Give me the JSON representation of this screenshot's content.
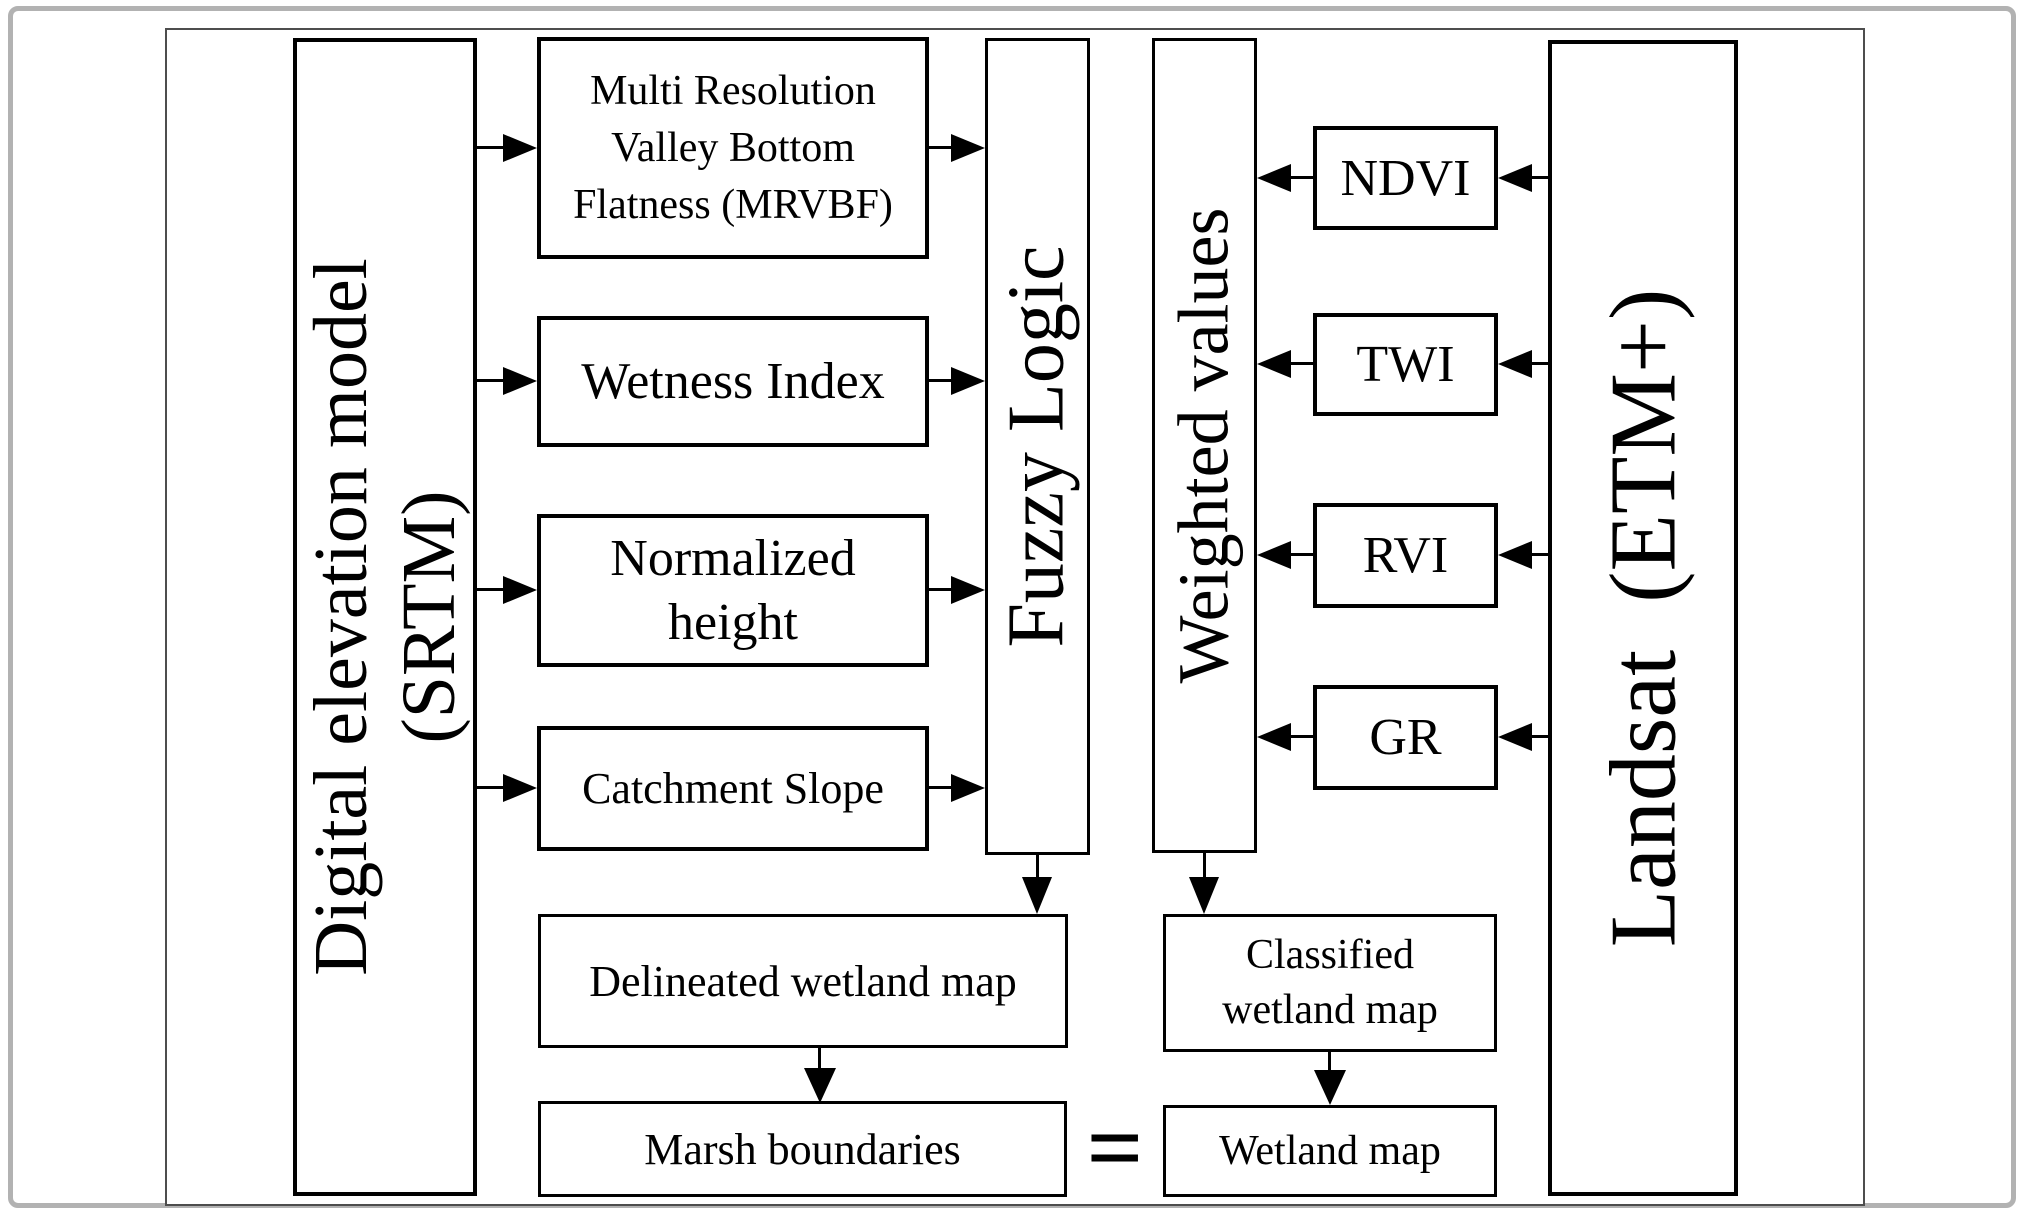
{
  "diagram": {
    "description": "Wetland mapping methodology flowchart",
    "colors": {
      "line": "#000000",
      "text": "#000000",
      "background": "#ffffff",
      "outer_frame": "#b2b2b2",
      "inner_border": "#4d4d4d"
    },
    "nodes": {
      "dem": {
        "label": "Digital elevation model\n(SRTM)"
      },
      "mrvbf": {
        "label": "Multi Resolution\nValley Bottom\nFlatness (MRVBF)"
      },
      "wetness_index": {
        "label": "Wetness Index"
      },
      "normalized_height": {
        "label": "Normalized\nheight"
      },
      "catchment_slope": {
        "label": "Catchment Slope"
      },
      "fuzzy_logic": {
        "label": "Fuzzy Logic"
      },
      "weighted_values": {
        "label": "Weighted values"
      },
      "ndvi": {
        "label": "NDVI"
      },
      "twi": {
        "label": "TWI"
      },
      "rvi": {
        "label": "RVI"
      },
      "gr": {
        "label": "GR"
      },
      "landsat": {
        "label": "Landsat  (ETM+)"
      },
      "delineated_wetland_map": {
        "label": "Delineated wetland map"
      },
      "marsh_boundaries": {
        "label": "Marsh boundaries"
      },
      "classified_wetland_map": {
        "label": "Classified\nwetland map"
      },
      "wetland_map": {
        "label": "Wetland map"
      },
      "equals_sign": {
        "label": "="
      }
    },
    "edges": [
      {
        "from": "dem",
        "to": "mrvbf"
      },
      {
        "from": "dem",
        "to": "wetness_index"
      },
      {
        "from": "dem",
        "to": "normalized_height"
      },
      {
        "from": "dem",
        "to": "catchment_slope"
      },
      {
        "from": "mrvbf",
        "to": "fuzzy_logic"
      },
      {
        "from": "wetness_index",
        "to": "fuzzy_logic"
      },
      {
        "from": "normalized_height",
        "to": "fuzzy_logic"
      },
      {
        "from": "catchment_slope",
        "to": "fuzzy_logic"
      },
      {
        "from": "landsat",
        "to": "ndvi"
      },
      {
        "from": "landsat",
        "to": "twi"
      },
      {
        "from": "landsat",
        "to": "rvi"
      },
      {
        "from": "landsat",
        "to": "gr"
      },
      {
        "from": "ndvi",
        "to": "weighted_values"
      },
      {
        "from": "twi",
        "to": "weighted_values"
      },
      {
        "from": "rvi",
        "to": "weighted_values"
      },
      {
        "from": "gr",
        "to": "weighted_values"
      },
      {
        "from": "fuzzy_logic",
        "to": "delineated_wetland_map"
      },
      {
        "from": "weighted_values",
        "to": "classified_wetland_map"
      },
      {
        "from": "delineated_wetland_map",
        "to": "marsh_boundaries"
      },
      {
        "from": "classified_wetland_map",
        "to": "wetland_map"
      },
      {
        "relation": "equals",
        "between": [
          "marsh_boundaries",
          "wetland_map"
        ]
      }
    ]
  }
}
